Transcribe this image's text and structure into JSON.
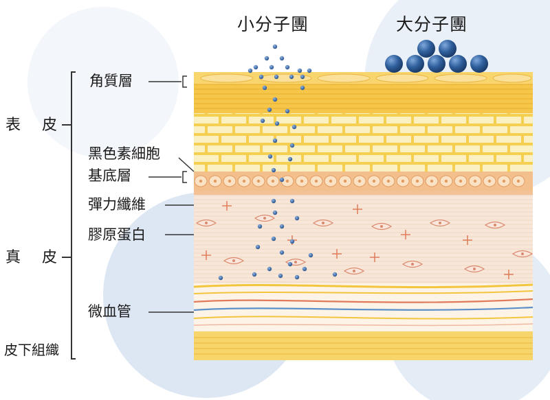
{
  "header": {
    "small_molecule": "小分子團",
    "large_molecule": "大分子團"
  },
  "groups": {
    "epidermis": "表 皮",
    "dermis": "真 皮",
    "subcutaneous": "皮下組織"
  },
  "layers": {
    "stratum_corneum": "角質層",
    "melanocyte": "黑色素細胞",
    "basal_layer": "基底層",
    "elastin": "彈力纖維",
    "collagen": "膠原蛋白",
    "capillary": "微血管"
  },
  "colors": {
    "corneum": "#f6c64a",
    "epidermis_cells": "#f7dc7a",
    "basal": "#f3bf8c",
    "dermis": "#f8e6d6",
    "vessel_red": "#e07a5a",
    "vessel_blue": "#5b8fc9",
    "fat": "#f7d56a",
    "molecule": "#2f5f9c"
  }
}
